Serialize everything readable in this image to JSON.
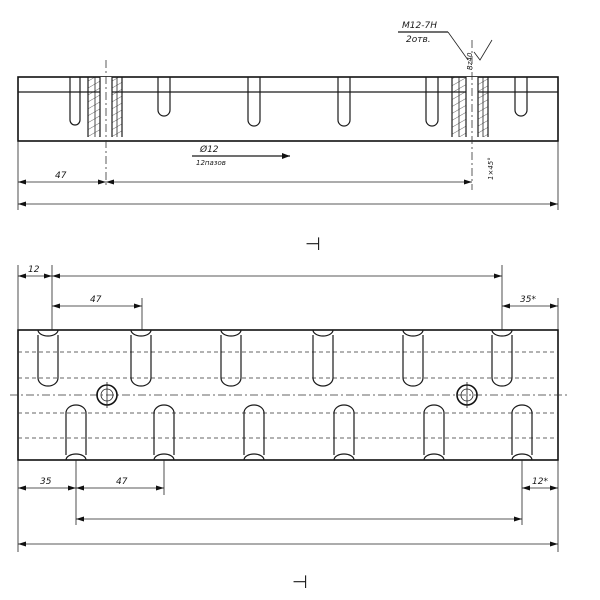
{
  "top_view": {
    "thread_label": "M12-7H",
    "thread_count": "2отв.",
    "roughness": "Rz40",
    "dim_left": "47",
    "hole_diameter": "Ø12",
    "hole_count": "12пазов",
    "chamfer": "1×45°"
  },
  "bottom_view": {
    "dim_top_left": "12",
    "dim_pitch_top": "47",
    "dim_top_right": "35*",
    "dim_bottom_left": "35",
    "dim_pitch_bottom": "47",
    "dim_bottom_right": "12*"
  },
  "section_marks": {
    "upper": "⊣",
    "lower": "⊣"
  }
}
